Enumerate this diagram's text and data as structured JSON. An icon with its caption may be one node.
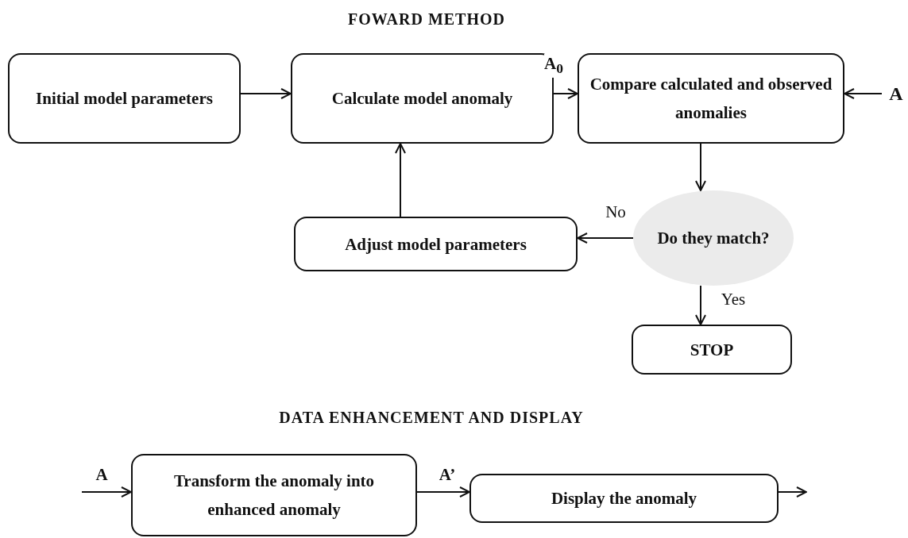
{
  "diagram": {
    "title": "FOWARD METHOD",
    "nodes": [
      {
        "text": [
          "Initial model parameters"
        ]
      },
      {
        "text": [
          "Calculate model anomaly"
        ]
      },
      {
        "text": [
          "Compare calculated and observed anomalies"
        ]
      },
      {
        "text": [
          "Do they match?"
        ]
      },
      {
        "text": [
          "Adjust model parameters"
        ]
      },
      {
        "text": [
          "STOP"
        ]
      },
      {
        "text": [
          "A"
        ]
      },
      {
        "text": [
          "Transform the anomaly into enhanced anomaly"
        ]
      },
      {
        "text": [
          "Display the anomaly"
        ]
      }
    ],
    "edges": [
      {
        "from": 0,
        "to": 1,
        "arrow": "to"
      },
      {
        "from": 1,
        "to": 2,
        "arrow": "to",
        "label": "A$_{0}$"
      },
      {
        "from": 6,
        "to": 2,
        "arrow": "to"
      },
      {
        "from": 2,
        "to": 3,
        "arrow": "to"
      },
      {
        "from": 3,
        "to": 4,
        "arrow": "to",
        "label": "No"
      },
      {
        "from": 4,
        "to": 1,
        "arrow": "to"
      },
      {
        "from": 3,
        "to": 5,
        "arrow": "to",
        "label": "Yes"
      },
      {
        "from": null,
        "to": 7,
        "arrow": "to",
        "label": "A"
      },
      {
        "from": 7,
        "to": 8,
        "arrow": "to",
        "label": "A’"
      },
      {
        "from": 8,
        "to": null,
        "arrow": "to"
      }
    ],
    "labels": [
      "DATA ENHANCEMENT AND DISPLAY"
    ]
  }
}
